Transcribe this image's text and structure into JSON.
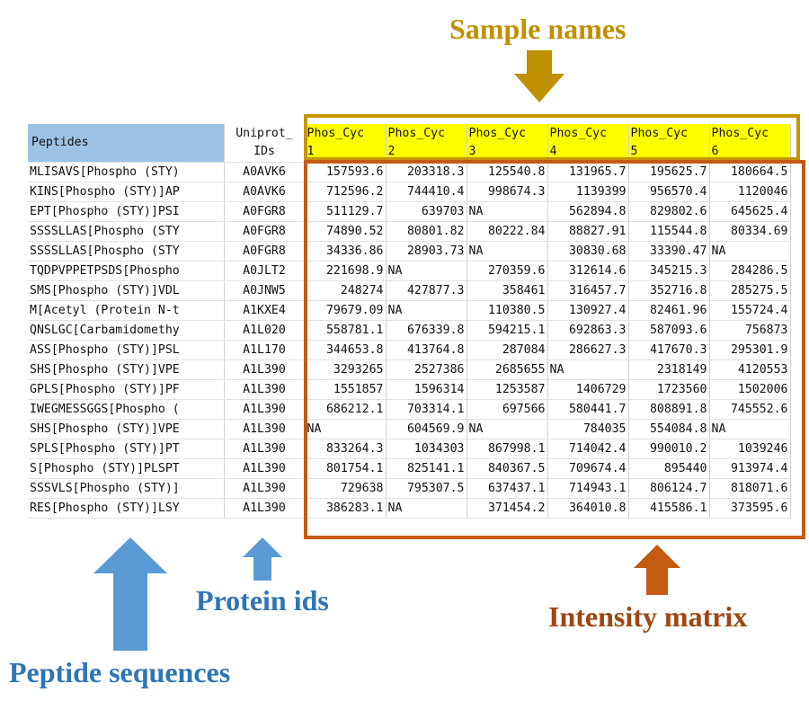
{
  "labels": {
    "sample_names": "Sample names",
    "protein_ids": "Protein ids",
    "intensity_matrix": "Intensity matrix",
    "peptide_sequences": "Peptide sequences"
  },
  "colors": {
    "sample_label": "#c09000",
    "protein_label": "#2f75b6",
    "intensity_label": "#a04410",
    "peptide_label": "#2f75b6",
    "peptide_header_fill": "#9cc2e5",
    "sample_header_fill": "#ffff00",
    "sample_box": "#c59600",
    "intensity_box": "#c55a11",
    "arrow_blue": "#5b9bd5",
    "arrow_gold": "#bf9000",
    "arrow_orange": "#c55a11"
  },
  "table": {
    "header": {
      "peptides": "Peptides",
      "uniprot_line1": "Uniprot_",
      "uniprot_line2": "IDs",
      "samples": [
        {
          "line1": "Phos_Cyc",
          "line2": "1"
        },
        {
          "line1": "Phos_Cyc",
          "line2": "2"
        },
        {
          "line1": "Phos_Cyc",
          "line2": "3"
        },
        {
          "line1": "Phos_Cyc",
          "line2": "4"
        },
        {
          "line1": "Phos_Cyc",
          "line2": "5"
        },
        {
          "line1": "Phos_Cyc",
          "line2": "6"
        }
      ]
    },
    "rows": [
      {
        "peptide": "MLISAVS[Phospho (STY)",
        "id": "A0AVK6",
        "values": [
          "157593.6",
          "203318.3",
          "125540.8",
          "131965.7",
          "195625.7",
          "180664.5"
        ]
      },
      {
        "peptide": "KINS[Phospho (STY)]AP",
        "id": "A0AVK6",
        "values": [
          "712596.2",
          "744410.4",
          "998674.3",
          "1139399",
          "956570.4",
          "1120046"
        ]
      },
      {
        "peptide": "EPT[Phospho (STY)]PSI",
        "id": "A0FGR8",
        "values": [
          "511129.7",
          "639703",
          "NA",
          "562894.8",
          "829802.6",
          "645625.4"
        ]
      },
      {
        "peptide": "SSSSLLAS[Phospho (STY",
        "id": "A0FGR8",
        "values": [
          "74890.52",
          "80801.82",
          "80222.84",
          "88827.91",
          "115544.8",
          "80334.69"
        ]
      },
      {
        "peptide": "SSSSLLAS[Phospho (STY",
        "id": "A0FGR8",
        "values": [
          "34336.86",
          "28903.73",
          "NA",
          "30830.68",
          "33390.47",
          "NA"
        ]
      },
      {
        "peptide": "TQDPVPPETPSDS[Phospho",
        "id": "A0JLT2",
        "values": [
          "221698.9",
          "NA",
          "270359.6",
          "312614.6",
          "345215.3",
          "284286.5"
        ]
      },
      {
        "peptide": "SMS[Phospho (STY)]VDL",
        "id": "A0JNW5",
        "values": [
          "248274",
          "427877.3",
          "358461",
          "316457.7",
          "352716.8",
          "285275.5"
        ]
      },
      {
        "peptide": "M[Acetyl (Protein N-t",
        "id": "A1KXE4",
        "values": [
          "79679.09",
          "NA",
          "110380.5",
          "130927.4",
          "82461.96",
          "155724.4"
        ]
      },
      {
        "peptide": "QNSLGC[Carbamidomethy",
        "id": "A1L020",
        "values": [
          "558781.1",
          "676339.8",
          "594215.1",
          "692863.3",
          "587093.6",
          "756873"
        ]
      },
      {
        "peptide": "ASS[Phospho (STY)]PSL",
        "id": "A1L170",
        "values": [
          "344653.8",
          "413764.8",
          "287084",
          "286627.3",
          "417670.3",
          "295301.9"
        ]
      },
      {
        "peptide": "SHS[Phospho (STY)]VPE",
        "id": "A1L390",
        "values": [
          "3293265",
          "2527386",
          "2685655",
          "NA",
          "2318149",
          "4120553"
        ]
      },
      {
        "peptide": "GPLS[Phospho (STY)]PF",
        "id": "A1L390",
        "values": [
          "1551857",
          "1596314",
          "1253587",
          "1406729",
          "1723560",
          "1502006"
        ]
      },
      {
        "peptide": "IWEGMESSGGS[Phospho (",
        "id": "A1L390",
        "values": [
          "686212.1",
          "703314.1",
          "697566",
          "580441.7",
          "808891.8",
          "745552.6"
        ]
      },
      {
        "peptide": "SHS[Phospho (STY)]VPE",
        "id": "A1L390",
        "values": [
          "NA",
          "604569.9",
          "NA",
          "784035",
          "554084.8",
          "NA"
        ]
      },
      {
        "peptide": "SPLS[Phospho (STY)]PT",
        "id": "A1L390",
        "values": [
          "833264.3",
          "1034303",
          "867998.1",
          "714042.4",
          "990010.2",
          "1039246"
        ]
      },
      {
        "peptide": "S[Phospho (STY)]PLSPT",
        "id": "A1L390",
        "values": [
          "801754.1",
          "825141.1",
          "840367.5",
          "709674.4",
          "895440",
          "913974.4"
        ]
      },
      {
        "peptide": "SSSVLS[Phospho (STY)]",
        "id": "A1L390",
        "values": [
          "729638",
          "795307.5",
          "637437.1",
          "714943.1",
          "806124.7",
          "818071.6"
        ]
      },
      {
        "peptide": "RES[Phospho (STY)]LSY",
        "id": "A1L390",
        "values": [
          "386283.1",
          "NA",
          "371454.2",
          "364010.8",
          "415586.1",
          "373595.6"
        ]
      }
    ]
  }
}
